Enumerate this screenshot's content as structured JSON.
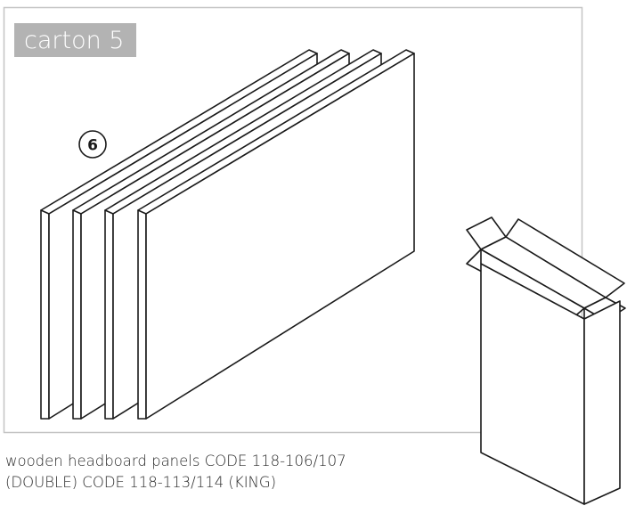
{
  "carton_label": "carton 5",
  "part_number": "6",
  "caption": {
    "line1": "wooden headboard panels CODE 118-106/107",
    "line2": "(DOUBLE) CODE 118-113/114 (KING)"
  },
  "colors": {
    "frame_border": "#c4c4c4",
    "label_bg": "#b3b3b3",
    "label_text": "#ffffff",
    "stroke": "#1a1a1a"
  },
  "icons": [
    "panel-stack-illustration",
    "open-box-icon"
  ]
}
